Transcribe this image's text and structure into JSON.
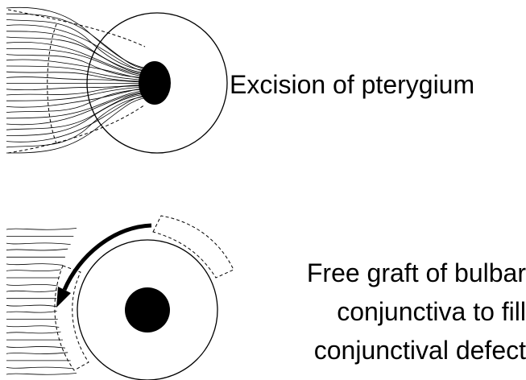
{
  "captions": {
    "step1": "Excision of pterygium",
    "step2_line1": "Free graft of bulbar",
    "step2_line2": "conjunctiva to fill",
    "step2_line3": "conjunctival defect"
  },
  "colors": {
    "ink": "#000000",
    "background": "#ffffff"
  }
}
